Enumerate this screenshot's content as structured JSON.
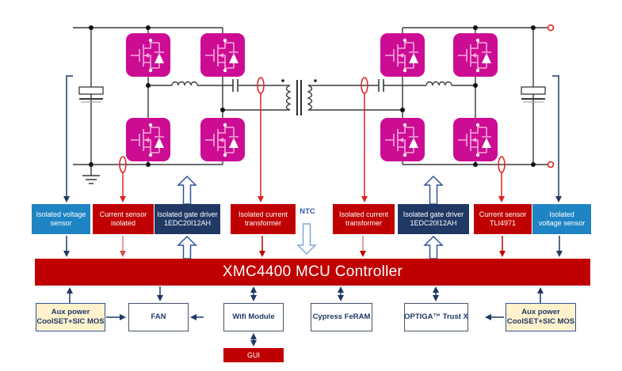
{
  "sensor_row": {
    "boxes": [
      {
        "line1": "Isolated voltage",
        "line2": "sensor"
      },
      {
        "line1": "Current sensor",
        "line2": "isolated"
      },
      {
        "line1": "Isolated gate driver",
        "line2": "1EDC20I12AH"
      },
      {
        "line1": "Isolated current",
        "line2": "transformer"
      },
      {
        "line1": "Isolated current",
        "line2": "transformer"
      },
      {
        "line1": "Isolated gate driver",
        "line2": "1EDC20I12AH"
      },
      {
        "line1": "Current sensor",
        "line2": "TLI4971"
      },
      {
        "line1": "Isolated",
        "line2": "voltage sensor"
      }
    ],
    "ntc_label": "NTC"
  },
  "mcu": {
    "label": "XMC4400 MCU Controller"
  },
  "bottom_row": {
    "boxes": [
      {
        "line1": "Aux power",
        "line2": "CoolSET+SIC MOS"
      },
      {
        "line1": "FAN"
      },
      {
        "line1": "Wifi Module"
      },
      {
        "line1": "Cypress FeRAM"
      },
      {
        "line1": "OPTIGA™ Trust X"
      },
      {
        "line1": "Aux power",
        "line2": "CoolSET+SIC MOS"
      }
    ],
    "gui_label": "GUI"
  },
  "colors": {
    "mosfet_magenta": "#CC0D93",
    "box_red": "#C00000",
    "box_blue": "#1E84C4",
    "box_navy": "#1F3864",
    "aux_cream": "#FFF2CC",
    "sense_red": "#E02020",
    "arrow_navy": "#1F3864",
    "hollow_arrow_outline": "#2F5496",
    "ntc_arrow_outline": "#7FA8D0"
  }
}
